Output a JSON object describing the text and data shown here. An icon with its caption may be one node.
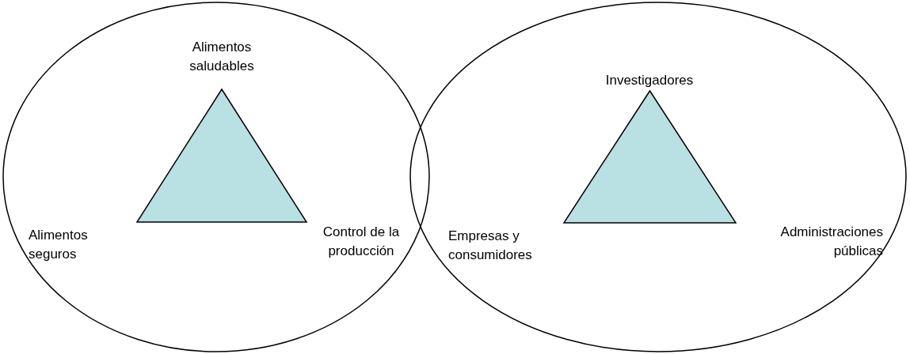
{
  "diagram": {
    "nodes": [
      {
        "text": [],
        "shape": "ellipse"
      },
      {
        "text": [],
        "shape": "triangle",
        "in": 0
      },
      {
        "text": [],
        "shape": "ellipse"
      },
      {
        "text": [],
        "shape": "triangle",
        "in": 2
      }
    ],
    "edges": [],
    "labels": [
      "Alimentos saludables",
      "Investigadores",
      "Alimentos seguros",
      "Control de la producción",
      "Empresas y consumidores",
      "Administraciones públicas"
    ]
  }
}
